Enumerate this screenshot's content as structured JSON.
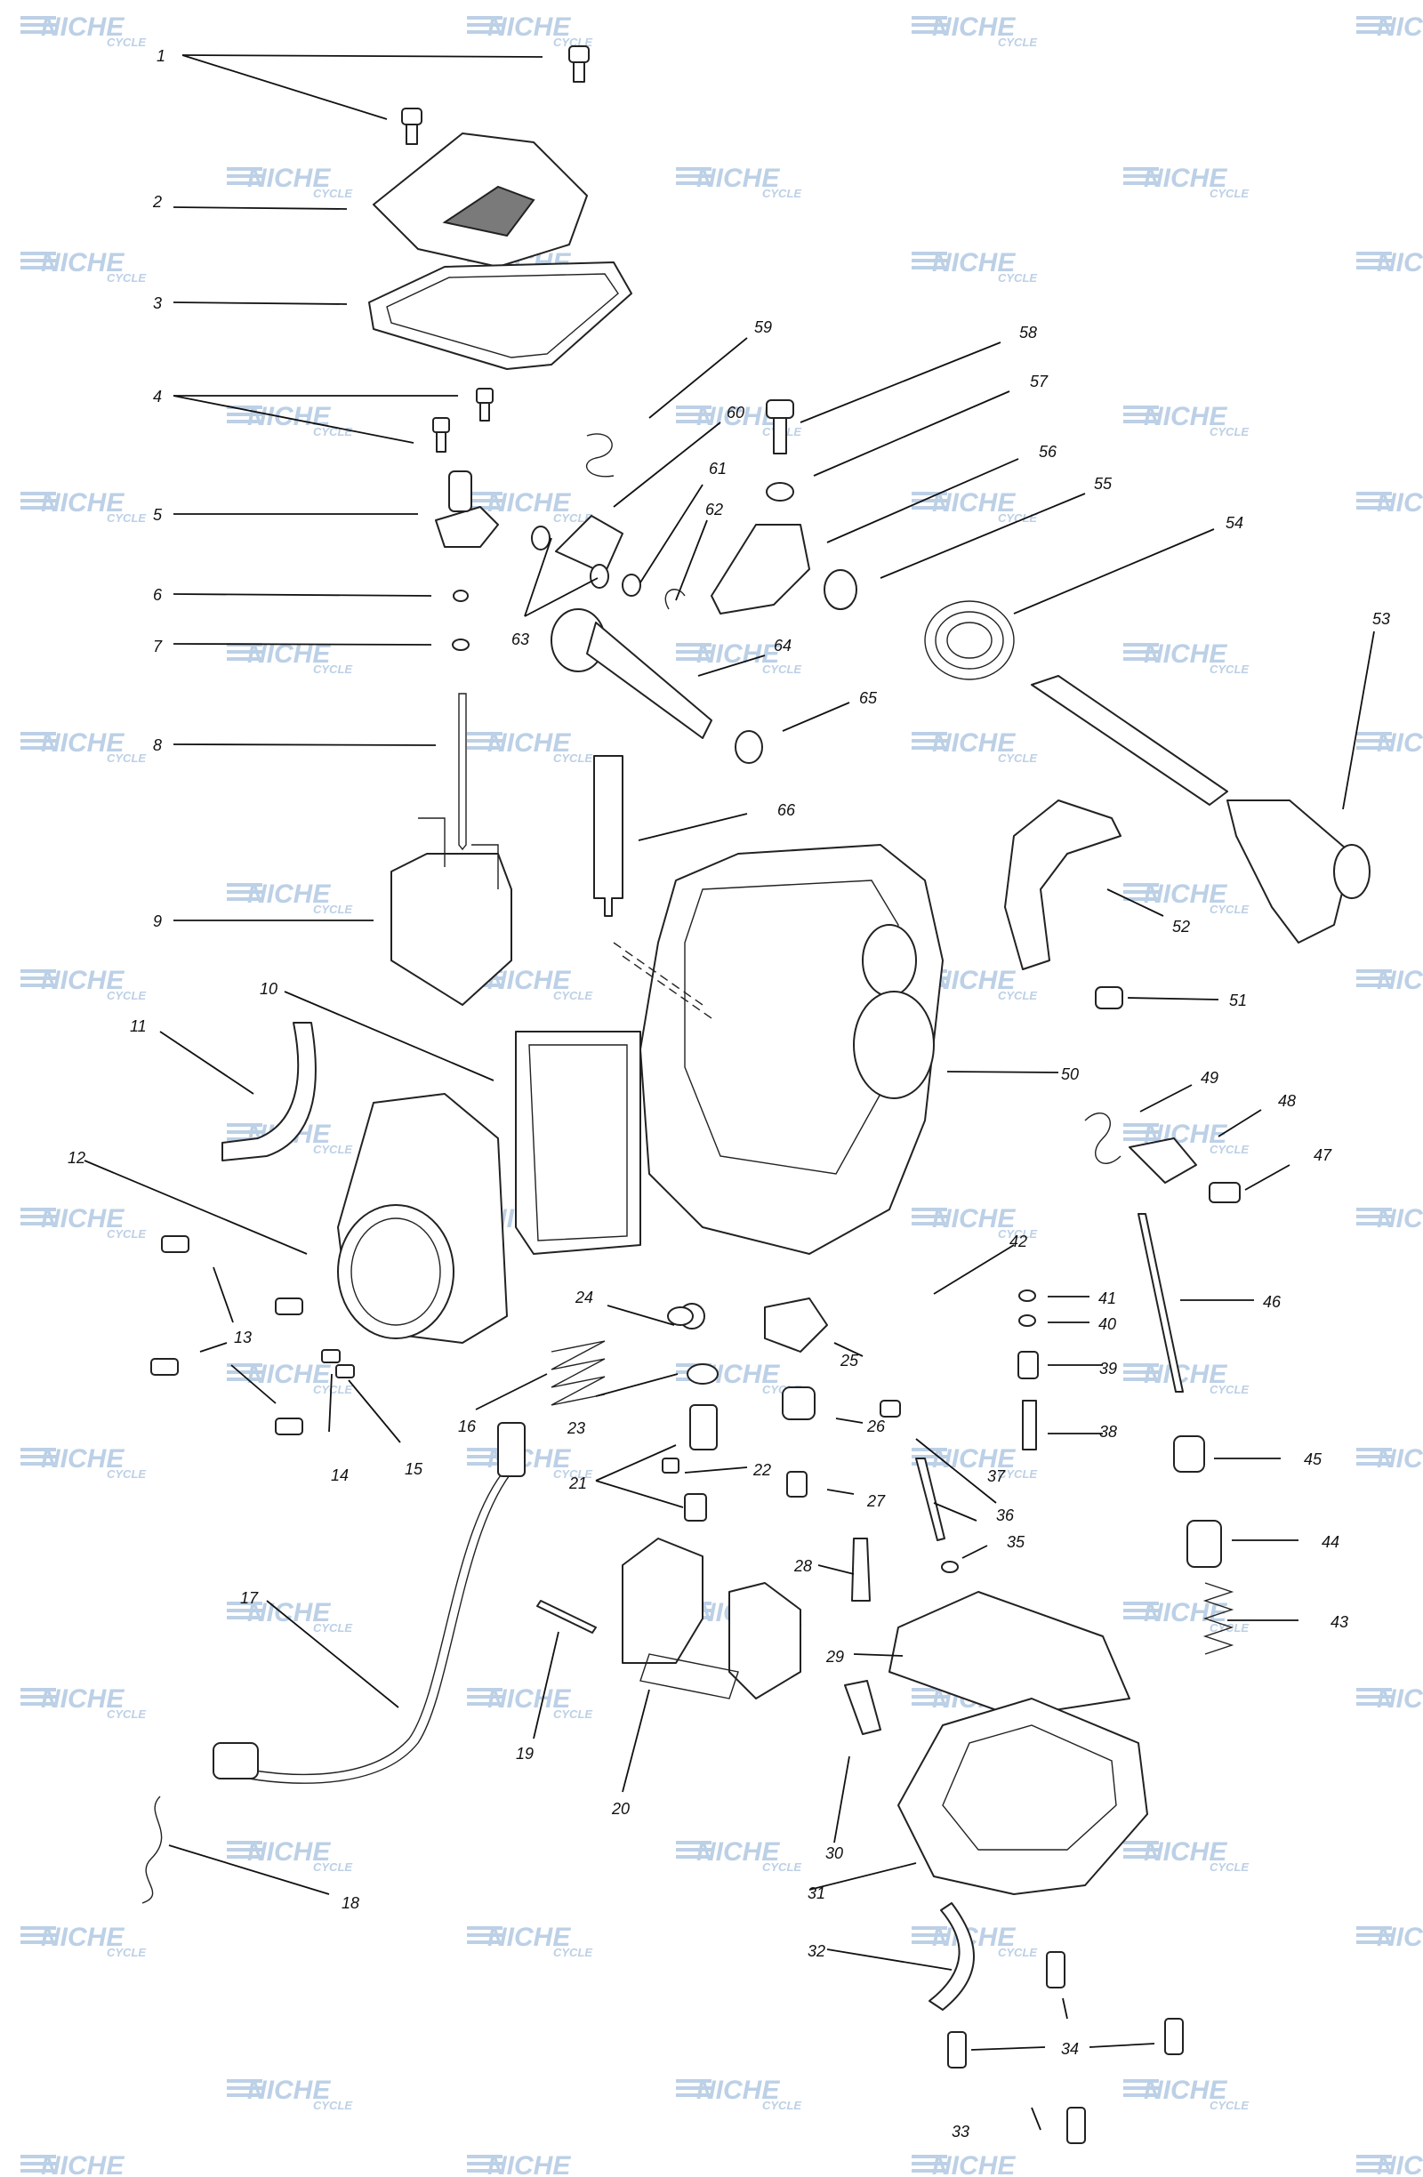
{
  "watermark": {
    "brand": "NICHE",
    "sub": "CYCLE",
    "color": "#bcd0e6"
  },
  "callouts": [
    "1",
    "2",
    "3",
    "4",
    "5",
    "6",
    "7",
    "8",
    "9",
    "10",
    "11",
    "12",
    "13",
    "14",
    "15",
    "16",
    "17",
    "18",
    "19",
    "20",
    "21",
    "22",
    "23",
    "24",
    "25",
    "26",
    "27",
    "28",
    "29",
    "30",
    "31",
    "32",
    "33",
    "34",
    "35",
    "36",
    "37",
    "38",
    "39",
    "40",
    "41",
    "42",
    "43",
    "44",
    "45",
    "46",
    "47",
    "48",
    "49",
    "50",
    "51",
    "52",
    "53",
    "54",
    "55",
    "56",
    "57",
    "58",
    "59",
    "60",
    "61",
    "62",
    "63",
    "64",
    "65",
    "66"
  ]
}
